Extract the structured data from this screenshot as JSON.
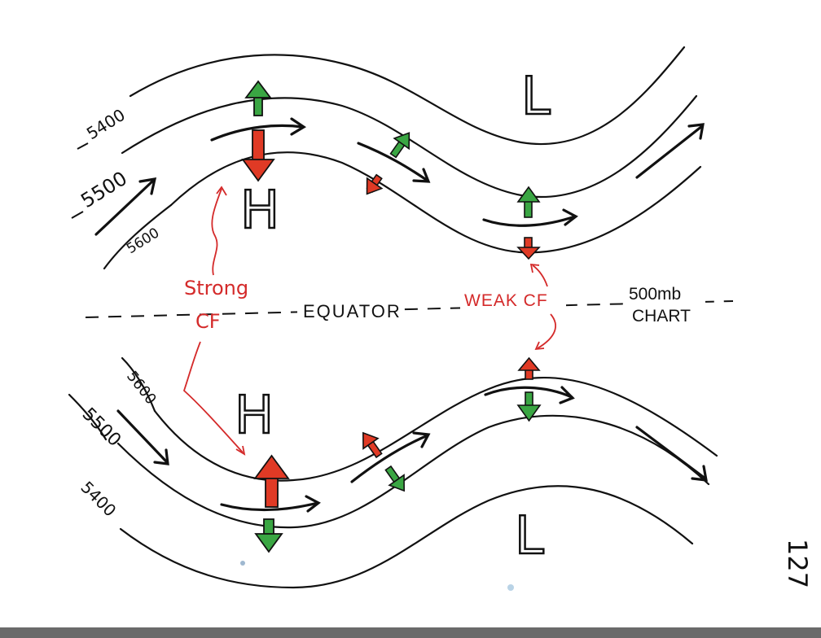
{
  "equator_label": "EQUATOR",
  "chart_label_line1": "500mb",
  "chart_label_line2": "CHART",
  "strong_cf_line1": "Strong",
  "strong_cf_line2": "CF",
  "weak_cf_label": "WEAK CF",
  "contours_north": [
    "5400",
    "5500",
    "5600"
  ],
  "contours_south": [
    "5600",
    "5500",
    "5400"
  ],
  "pressure_high": "H",
  "pressure_low": "L",
  "page_number": "127",
  "colors": {
    "arrow_up_north": "#3aa643",
    "arrow_down_north": "#e03a25",
    "annotation_red": "#d42a2a",
    "ink": "#111111"
  }
}
